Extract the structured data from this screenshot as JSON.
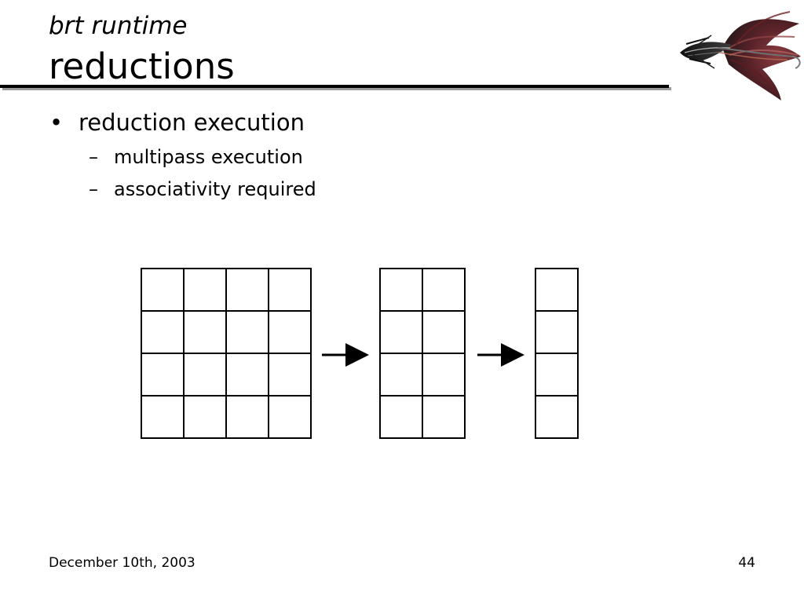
{
  "header": {
    "subtitle": "brt runtime",
    "title": "reductions"
  },
  "logo": {
    "icon": "fly-fishing-lure-icon",
    "colors": {
      "feather": "#4a0f16",
      "body": "#1a1a1a",
      "hook": "#6f6f6f",
      "accent": "#b56f56"
    }
  },
  "content": {
    "bullet_marker": "•",
    "subbullet_marker": "–",
    "bullet": "reduction execution",
    "subbullets": [
      "multipass execution",
      "associativity required"
    ]
  },
  "diagram": {
    "stages": [
      {
        "columns": 4,
        "rows": 4
      },
      {
        "columns": 2,
        "rows": 4
      },
      {
        "columns": 1,
        "rows": 4
      }
    ],
    "arrows": 2
  },
  "footer": {
    "date": "December 10th, 2003",
    "page_number": "44"
  }
}
